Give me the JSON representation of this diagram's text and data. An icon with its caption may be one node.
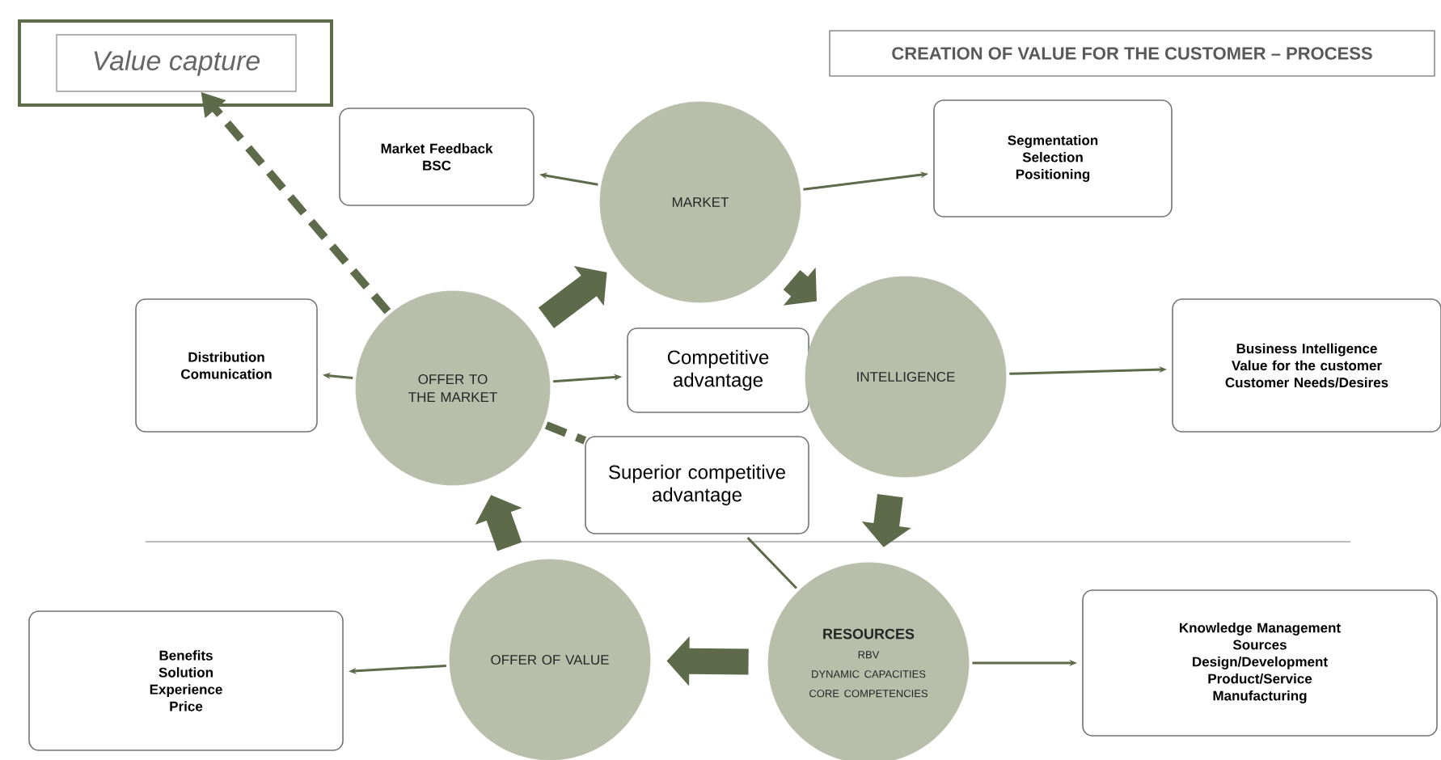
{
  "diagram": {
    "title": "CREATION OF VALUE FOR THE CUSTOMER – PROCESS",
    "nodes": [
      {
        "text": [
          "Value capture"
        ]
      },
      {
        "text": [
          "Market Feedback",
          "BSC"
        ]
      },
      {
        "text": [
          "MARKET"
        ]
      },
      {
        "text": [
          "Segmentation",
          "Selection",
          "Positioning"
        ]
      },
      {
        "text": [
          "Distribution",
          "Comunication"
        ]
      },
      {
        "text": [
          "OFFER TO THE MARKET"
        ]
      },
      {
        "text": [
          "Competitive advantage"
        ]
      },
      {
        "text": [
          "INTELLIGENCE"
        ]
      },
      {
        "text": [
          "Business Intelligence",
          "Value for the customer",
          "Customer Needs/Desires"
        ]
      },
      {
        "text": [
          "Superior competitive advantage"
        ]
      },
      {
        "text": [
          "RESOURCES",
          "RBV",
          "DYNAMIC CAPACITIES",
          "CORE COMPETENCIES"
        ]
      },
      {
        "text": [
          "Benefits",
          "Solution",
          "Experience",
          "Price"
        ]
      },
      {
        "text": [
          "OFFER OF VALUE"
        ]
      },
      {
        "text": [
          "Knowledge Management",
          "Sources",
          "Design/Development",
          "Product/Service",
          "Manufacturing"
        ]
      }
    ],
    "edges": [
      {
        "from": 2,
        "to": 1,
        "arrow": "to"
      },
      {
        "from": 2,
        "to": 3,
        "arrow": "to"
      },
      {
        "from": 5,
        "to": 2,
        "arrow": "to",
        "style": "thick"
      },
      {
        "from": 2,
        "to": 7,
        "arrow": "to",
        "style": "thick"
      },
      {
        "from": 7,
        "to": 10,
        "arrow": "to",
        "style": "thick"
      },
      {
        "from": 10,
        "to": 12,
        "arrow": "to",
        "style": "thick"
      },
      {
        "from": 12,
        "to": 5,
        "arrow": "to",
        "style": "thick"
      },
      {
        "from": 5,
        "to": 4,
        "arrow": "to"
      },
      {
        "from": 5,
        "to": 6,
        "arrow": "to"
      },
      {
        "from": 7,
        "to": 8,
        "arrow": "to"
      },
      {
        "from": 10,
        "to": 13,
        "arrow": "to"
      },
      {
        "from": 12,
        "to": 11,
        "arrow": "to"
      },
      {
        "from": 5,
        "to": 0,
        "arrow": "to",
        "style": "dashed"
      },
      {
        "from": 5,
        "to": 9,
        "arrow": "none",
        "style": "dashed"
      },
      {
        "from": 10,
        "to": 9,
        "arrow": "none"
      }
    ]
  }
}
